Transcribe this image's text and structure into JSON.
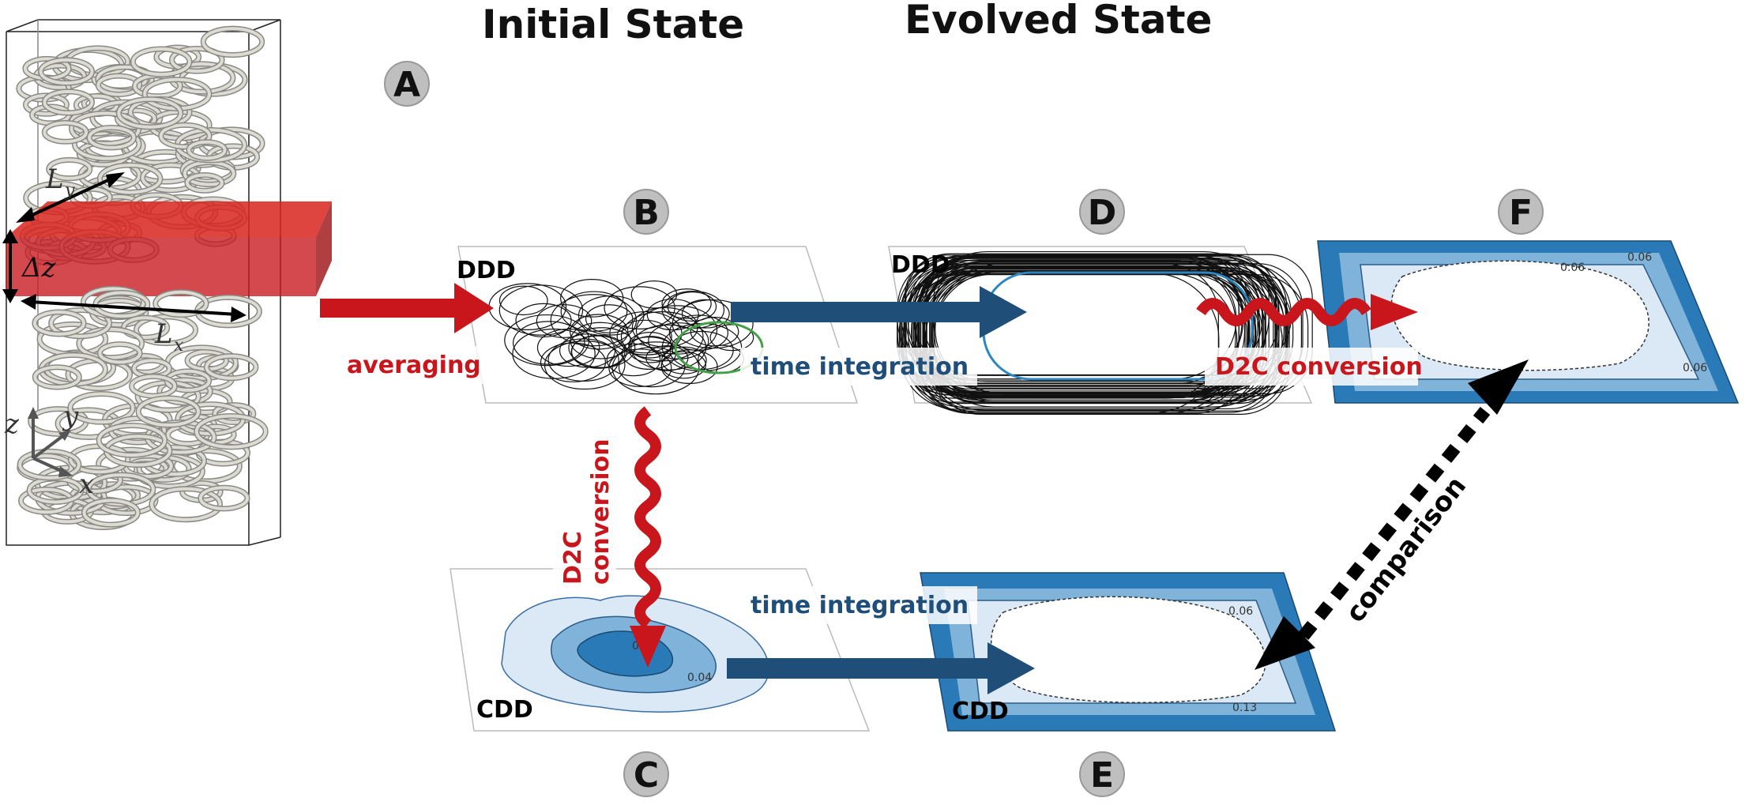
{
  "headers": {
    "initial": "Initial State",
    "evolved": "Evolved State"
  },
  "panels": {
    "A": {
      "badge": "A"
    },
    "B": {
      "badge": "B",
      "label": "DDD"
    },
    "C": {
      "badge": "C",
      "label": "CDD"
    },
    "D": {
      "badge": "D",
      "label": "DDD"
    },
    "E": {
      "badge": "E",
      "label": "CDD"
    },
    "F": {
      "badge": "F"
    }
  },
  "arrows": {
    "averaging": "averaging",
    "time_integration_top": "time integration",
    "time_integration_bottom": "time integration",
    "d2c_top": "D2C conversion",
    "d2c_vertical_line1": "D2C",
    "d2c_vertical_line2": "conversion",
    "comparison": "comparison"
  },
  "box_labels": {
    "ly": "L",
    "ly_sub": "y",
    "dz": "Δz",
    "lx": "L",
    "lx_sub": "x"
  },
  "axes": {
    "z": "z",
    "y": "y",
    "x": "x"
  },
  "contour_values": {
    "c1": "0.06",
    "c2": "0.06",
    "c3": "0.04",
    "c4": "0.06",
    "c5": "0.13",
    "c6": "0.06",
    "c7": "0.08"
  },
  "colors": {
    "red": "#c8161c",
    "blue": "#1f4e79",
    "badge": "#bfbfbf",
    "loop": "#d0d0c8",
    "contour_dark": "#2b7ab8",
    "contour_mid": "#7fb3da",
    "contour_light": "#dbe9f6"
  }
}
